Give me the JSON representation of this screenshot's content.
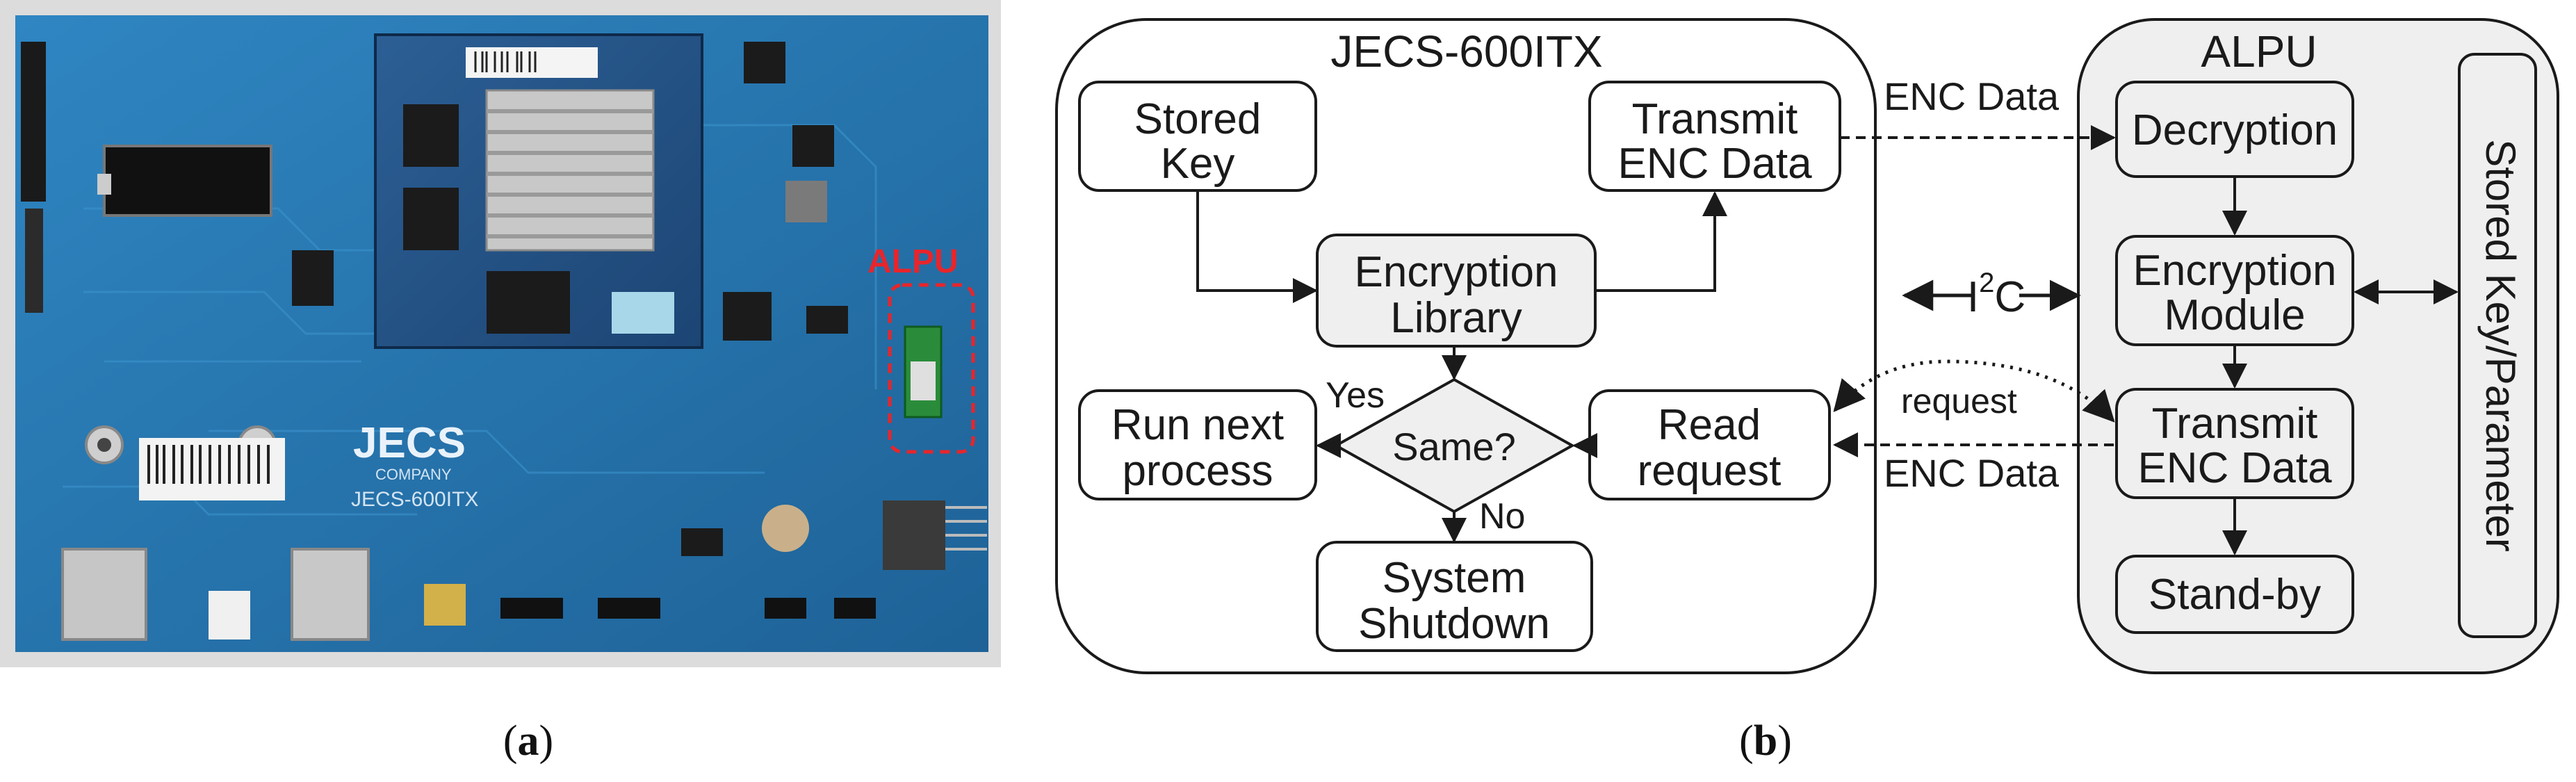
{
  "caption_a": {
    "open": "(",
    "letter": "a",
    "close": ")"
  },
  "caption_b": {
    "open": "(",
    "letter": "b",
    "close": ")"
  },
  "photo": {
    "board_text": "JECS",
    "board_sub": "COMPANY",
    "board_model": "JECS-600ITX",
    "alpu_label": "ALPU",
    "colors": {
      "pcb": "#2a79b0",
      "pcb_dark": "#1d5d8f",
      "alpu_mark": "#e8252b"
    }
  },
  "diagram": {
    "jecs": {
      "title": "JECS-600ITX",
      "stored_key": [
        "Stored",
        "Key"
      ],
      "transmit": [
        "Transmit",
        "ENC Data"
      ],
      "encryption_library": [
        "Encryption",
        "Library"
      ],
      "run_next": [
        "Run next",
        "process"
      ],
      "same": "Same?",
      "yes": "Yes",
      "no": "No",
      "read_request": [
        "Read",
        "request"
      ],
      "shutdown": [
        "System",
        "Shutdown"
      ]
    },
    "links": {
      "enc_data_top": "ENC Data",
      "i2c_main": "I",
      "i2c_sup": "2",
      "i2c_end": "C",
      "request": "request",
      "enc_data_bottom": "ENC Data"
    },
    "alpu": {
      "title": "ALPU",
      "decryption": "Decryption",
      "encryption_module": [
        "Encryption",
        "Module"
      ],
      "transmit": [
        "Transmit",
        "ENC Data"
      ],
      "standby": "Stand-by",
      "stored_param": "Stored Key/Parameter"
    },
    "colors": {
      "box_fill": "#ffffff",
      "shaded_fill": "#efefef",
      "stroke": "#1a1a1a"
    }
  }
}
